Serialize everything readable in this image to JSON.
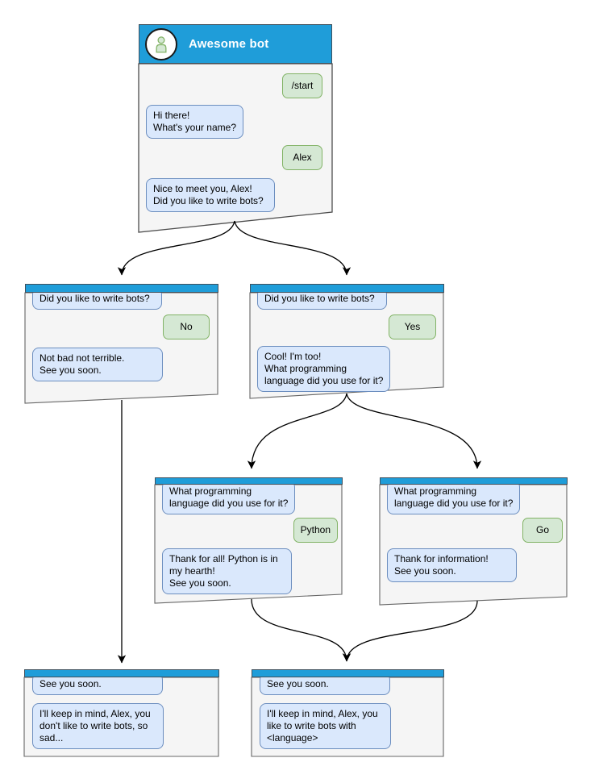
{
  "diagram": {
    "kind": "chatbot-conversation-flowchart",
    "bot_title": "Awesome bot"
  },
  "colors": {
    "titlebar_blue": "#1f9dd9",
    "incoming_bubble_fill": "#dae8fc",
    "incoming_bubble_border": "#6c8ebf",
    "outgoing_bubble_fill": "#d5e8d4",
    "outgoing_bubble_border": "#82b366",
    "window_fill": "#f5f5f5",
    "window_border": "#595959",
    "arrow": "#000000",
    "title_text": "#ffffff"
  },
  "windows": [
    {
      "name": "start",
      "title": "Awesome bot",
      "messages": [
        "/start",
        "Hi there!\nWhat's your name?",
        "Alex",
        "Nice to meet you, Alex!\nDid you like to write bots?"
      ]
    },
    {
      "name": "branch-no",
      "messages": [
        "Did you like to write bots?",
        "No",
        "Not bad not terrible.\nSee you soon."
      ]
    },
    {
      "name": "branch-yes",
      "messages": [
        "Did you like to write bots?",
        "Yes",
        "Cool! I'm too!\nWhat programming\nlanguage did you use for it?"
      ]
    },
    {
      "name": "branch-python",
      "messages": [
        "What programming\nlanguage did you use for it?",
        "Python",
        "Thank for all! Python is in\nmy hearth!\nSee you soon."
      ]
    },
    {
      "name": "branch-go",
      "messages": [
        "What programming\nlanguage did you use for it?",
        "Go",
        "Thank for information!\nSee you soon."
      ]
    },
    {
      "name": "end-no",
      "messages": [
        "See you soon.",
        "I'll keep in mind, Alex, you\ndon't like to write bots, so\nsad..."
      ]
    },
    {
      "name": "end-yes",
      "messages": [
        "See you soon.",
        "I'll keep in mind, Alex, you\nlike to write bots with\n<language>"
      ]
    }
  ]
}
